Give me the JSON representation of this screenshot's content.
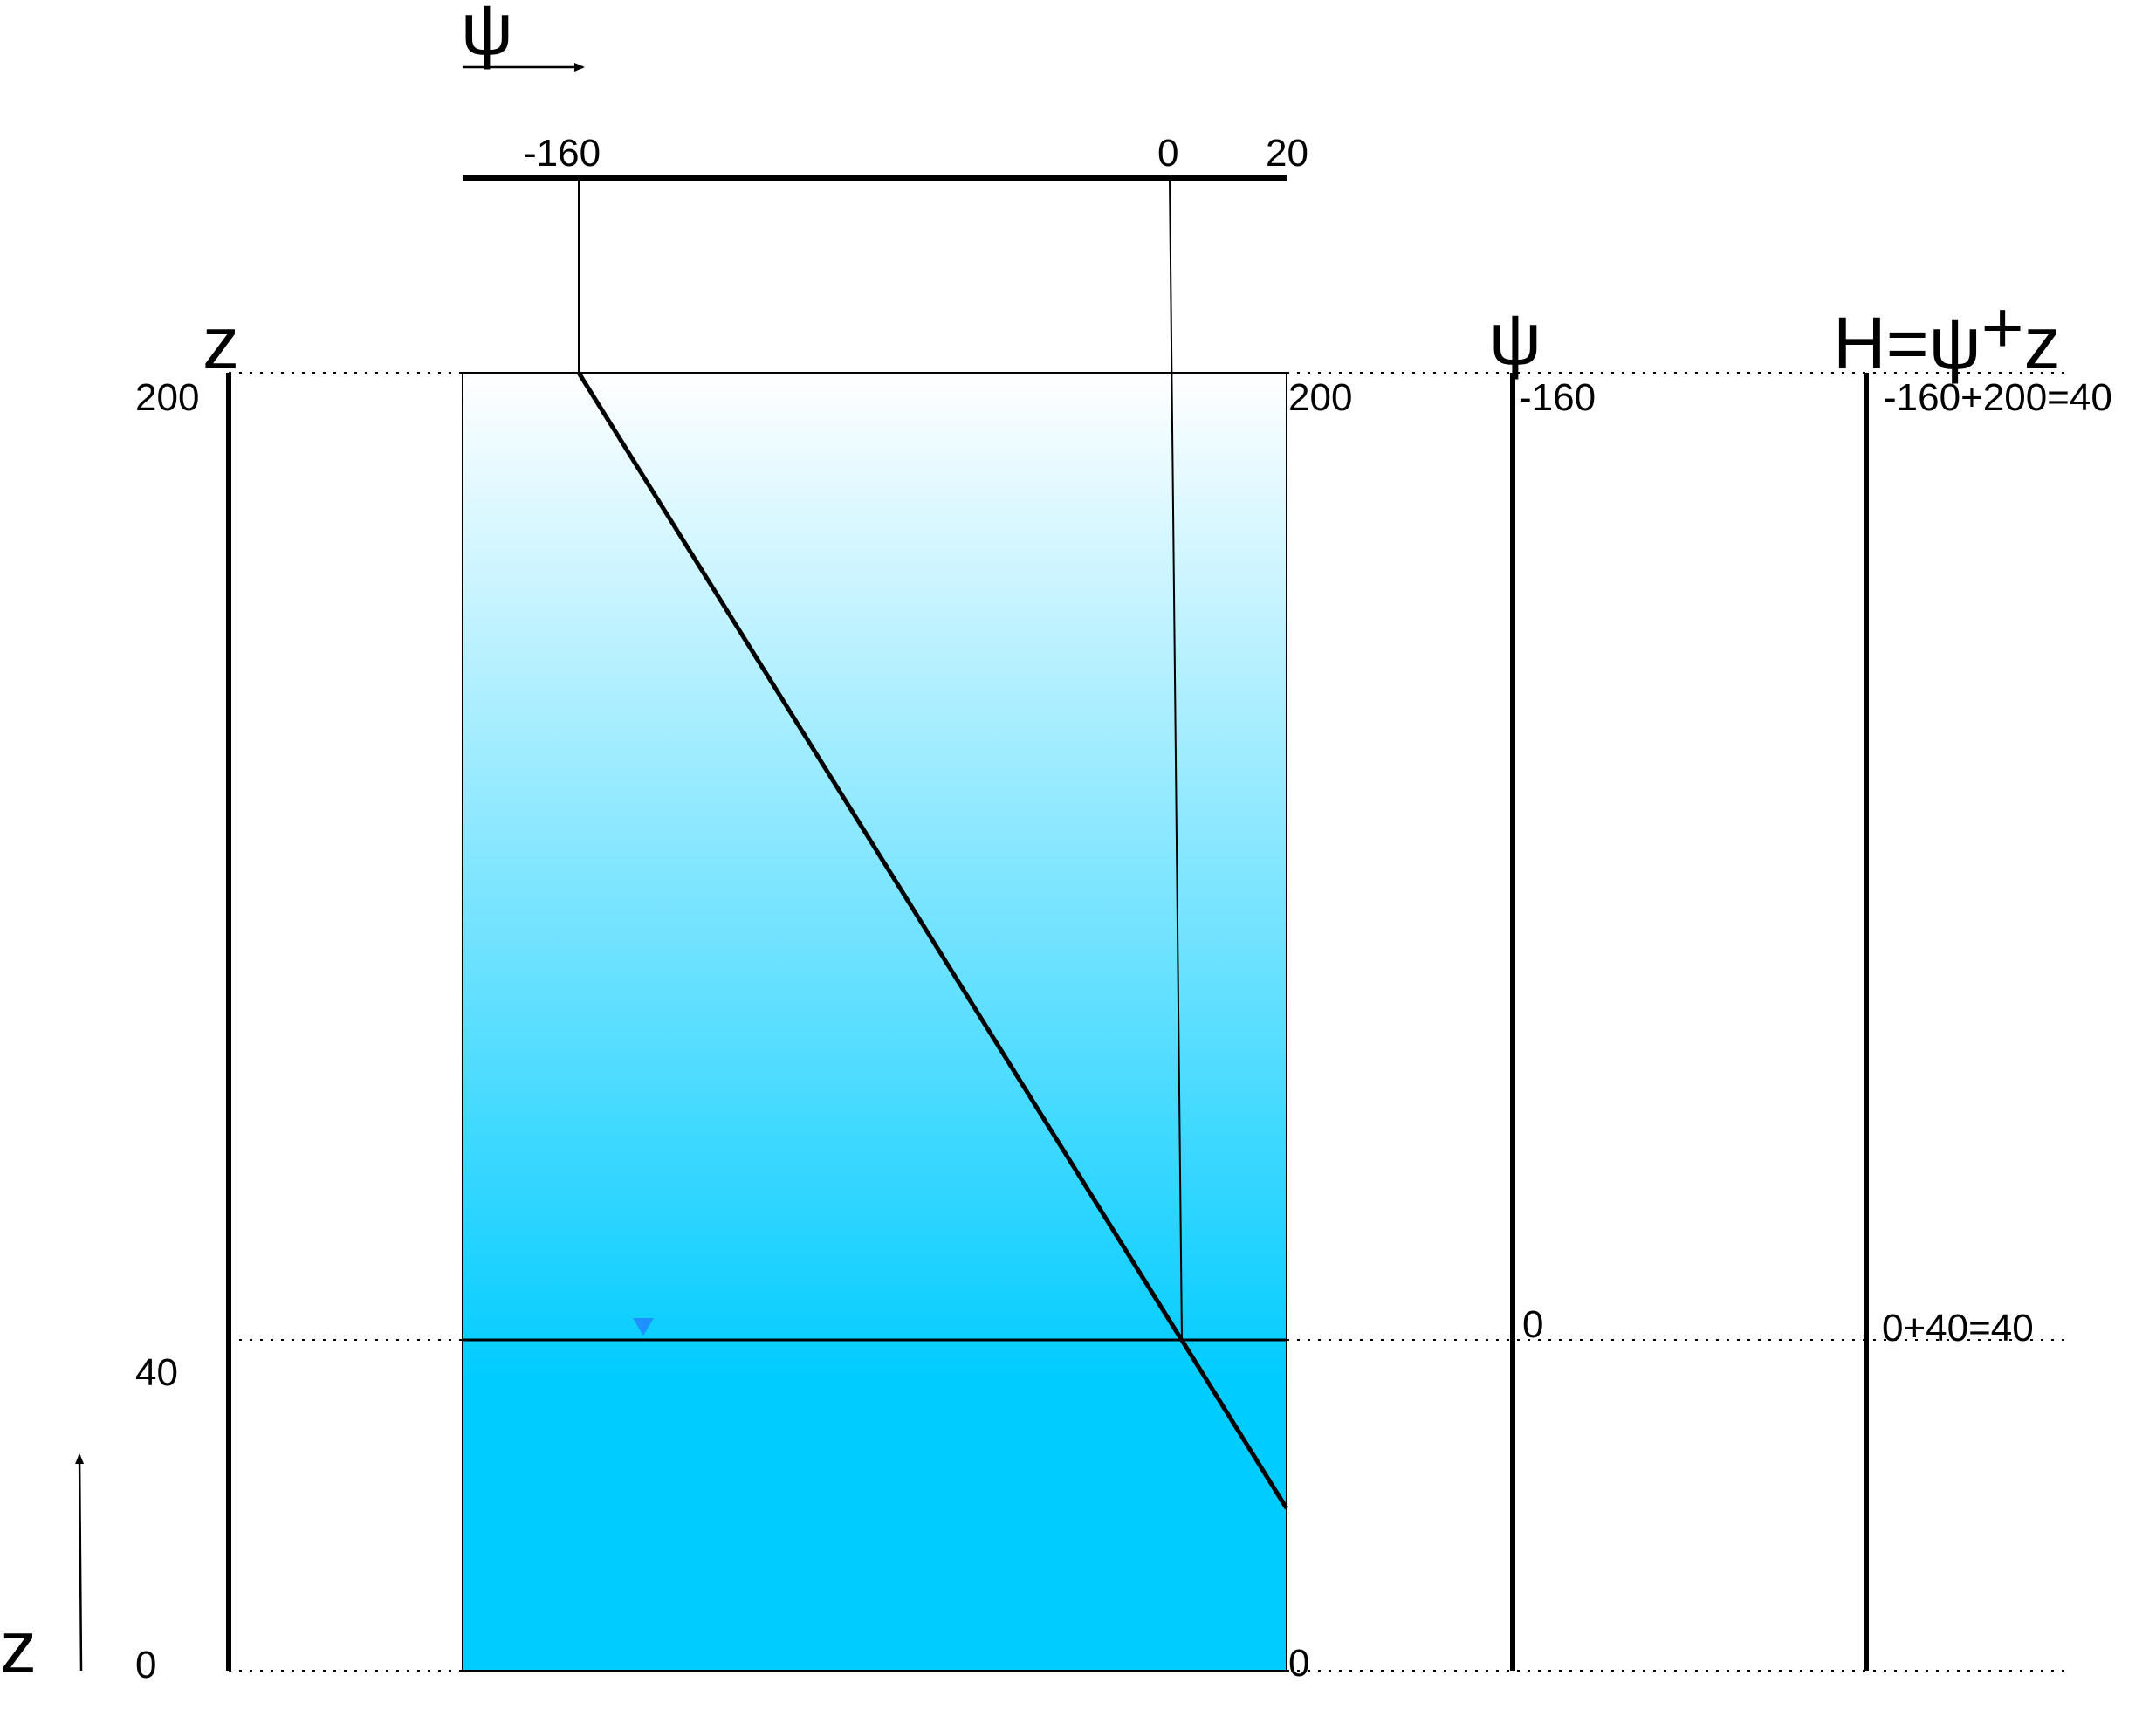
{
  "psi_symbol": "ψ",
  "top_axis": {
    "label_m160": "-160",
    "label_0": "0",
    "label_20": "20"
  },
  "z_symbol": "z",
  "z_axis": {
    "label_200": "200",
    "label_40": "40",
    "label_0": "0"
  },
  "box_right": {
    "label_200": "200",
    "label_0": "0"
  },
  "psi_column": {
    "header": "ψ",
    "top_value": "-160",
    "wt_value": "0"
  },
  "h_column": {
    "header_h": "H=",
    "header_psi": "ψ",
    "header_plus": "+",
    "header_z": "z",
    "top_value": "-160+200=40",
    "wt_value": "0+40=40"
  },
  "bottom_left_label": "z",
  "colors": {
    "water_top": "#ffffff",
    "water_bottom": "#00ccff",
    "water_table_marker": "#1e90ff",
    "line": "#000000"
  }
}
